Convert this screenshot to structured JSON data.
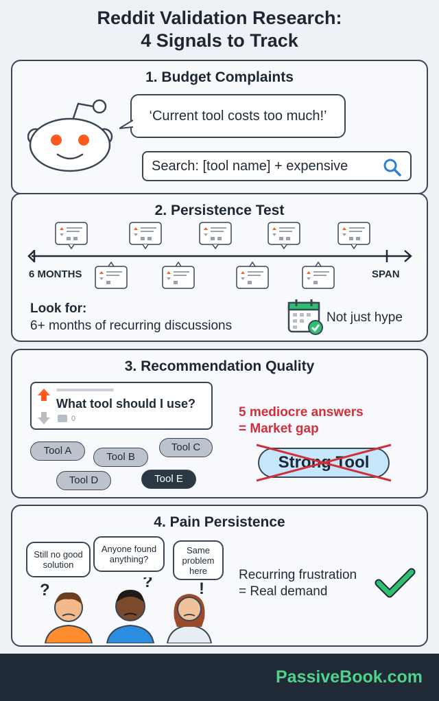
{
  "title_line1": "Reddit Validation Research:",
  "title_line2": "4 Signals to Track",
  "colors": {
    "accent_orange": "#ff5a1f",
    "check_green": "#2fbf71",
    "alert_red": "#d32f3a",
    "brand_green": "#4fd18b",
    "dark": "#1f2a36"
  },
  "section1": {
    "title": "1. Budget Complaints",
    "quote": "‘Current tool costs too much!’",
    "search_text": "Search: [tool name] + expensive",
    "icon": "search-icon"
  },
  "section2": {
    "title": "2. Persistence Test",
    "start_label": "6 MONTHS",
    "end_label": "SPAN",
    "look_for_heading": "Look for:",
    "look_for_text": "6+ months of recurring discussions",
    "not_hype": "Not just hype",
    "icon": "calendar-check-icon"
  },
  "section3": {
    "title": "3. Recommendation Quality",
    "question": "What tool should I use?",
    "comment_count": "0",
    "tools": [
      "Tool A",
      "Tool B",
      "Tool C",
      "Tool D",
      "Tool E"
    ],
    "gap_line1": "5 mediocre answers",
    "gap_line2": "= Market gap",
    "strong_tool": "Strong Tool"
  },
  "section4": {
    "title": "4. Pain Persistence",
    "bubble1": "Still no good solution",
    "bubble2": "Anyone found anything?",
    "bubble3": "Same problem here",
    "recur_line1": "Recurring frustration",
    "recur_line2": "= Real demand",
    "icon": "checkmark-icon"
  },
  "footer": {
    "brand": "PassiveBook.com"
  }
}
